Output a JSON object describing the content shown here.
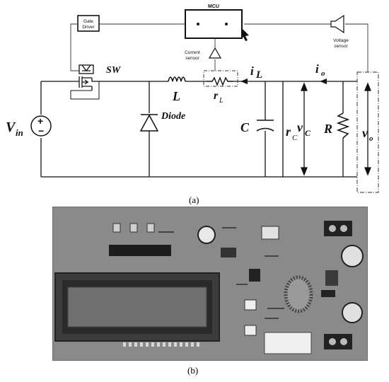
{
  "schematic": {
    "mcu_label": "MCU",
    "gate_driver_label_line1": "Gate",
    "gate_driver_label_line2": "Driver",
    "current_sensor_line1": "Current",
    "current_sensor_line2": "sensor",
    "voltage_sensor_line1": "Voltage",
    "voltage_sensor_line2": "sensor",
    "sw_label": "SW",
    "vin_main": "V",
    "vin_sub": "in",
    "diode_label": "Diode",
    "inductor_label": "L",
    "rl_main": "r",
    "rl_sub": "L",
    "il_main": "i",
    "il_sub": "L",
    "io_main": "i",
    "io_sub": "o",
    "cap_label": "C",
    "rc_main": "r",
    "rc_sub": "C",
    "vc_main": "v",
    "vc_sub": "C",
    "load_label": "R",
    "vo_main": "v",
    "vo_sub": "o",
    "caption": "(a)"
  },
  "photo": {
    "caption": "(b)"
  }
}
